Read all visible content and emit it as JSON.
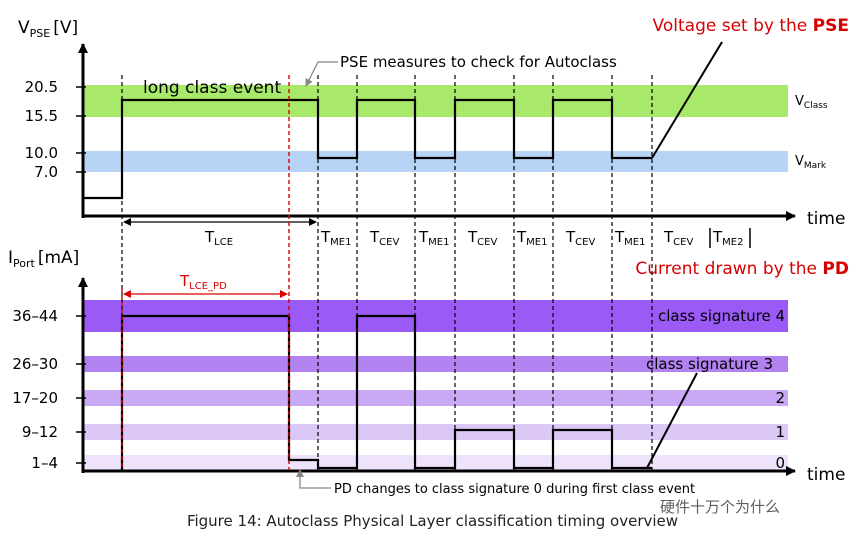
{
  "top": {
    "ylabel_main": "V",
    "ylabel_sub": "PSE",
    "ylabel_unit": "[V]",
    "ticks": [
      "20.5",
      "15.5",
      "10.0",
      "7.0"
    ],
    "band_vclass_main": "V",
    "band_vclass_sub": "Class",
    "band_vmark_main": "V",
    "band_vmark_sub": "Mark",
    "time_label": "time",
    "annotation_title_prefix": "Voltage set by the ",
    "annotation_title_bold": "PSE",
    "pse_measures": "PSE measures to check for Autoclass",
    "long_class_event": "long class event",
    "tlce_main": "T",
    "tlce_sub": "LCE",
    "segment_labels": [
      {
        "main": "T",
        "sub": "ME1"
      },
      {
        "main": "T",
        "sub": "CEV"
      },
      {
        "main": "T",
        "sub": "ME1"
      },
      {
        "main": "T",
        "sub": "CEV"
      },
      {
        "main": "T",
        "sub": "ME1"
      },
      {
        "main": "T",
        "sub": "CEV"
      },
      {
        "main": "T",
        "sub": "ME1"
      },
      {
        "main": "T",
        "sub": "CEV"
      },
      {
        "main": "T",
        "sub": "ME2"
      }
    ],
    "colors": {
      "vclass_band": "#a8e86a",
      "vmark_band": "#b7d3f5"
    }
  },
  "bottom": {
    "ylabel_main": "I",
    "ylabel_sub": "Port",
    "ylabel_unit": "[mA]",
    "ticks": [
      "36–44",
      "26–30",
      "17–20",
      "9–12",
      "1–4"
    ],
    "time_label": "time",
    "annotation_title_prefix": "Current drawn by the ",
    "annotation_title_bold": "PD",
    "tlce_pd_main": "T",
    "tlce_pd_sub": "LCE_PD",
    "band_labels": [
      "class signature 4",
      "class signature 3",
      "2",
      "1",
      "0"
    ],
    "pd_changes": "PD changes to class signature 0 during first class event",
    "colors": {
      "sig4": "#9b59f5",
      "sig3": "#b283f0",
      "sig2": "#c9a8f5",
      "sig1": "#dcc8f7",
      "sig0": "#eee3fb",
      "red": "#d90000"
    }
  },
  "caption": "Figure 14: Autoclass Physical Layer classification timing overview",
  "watermark": "硬件十万个为什么"
}
